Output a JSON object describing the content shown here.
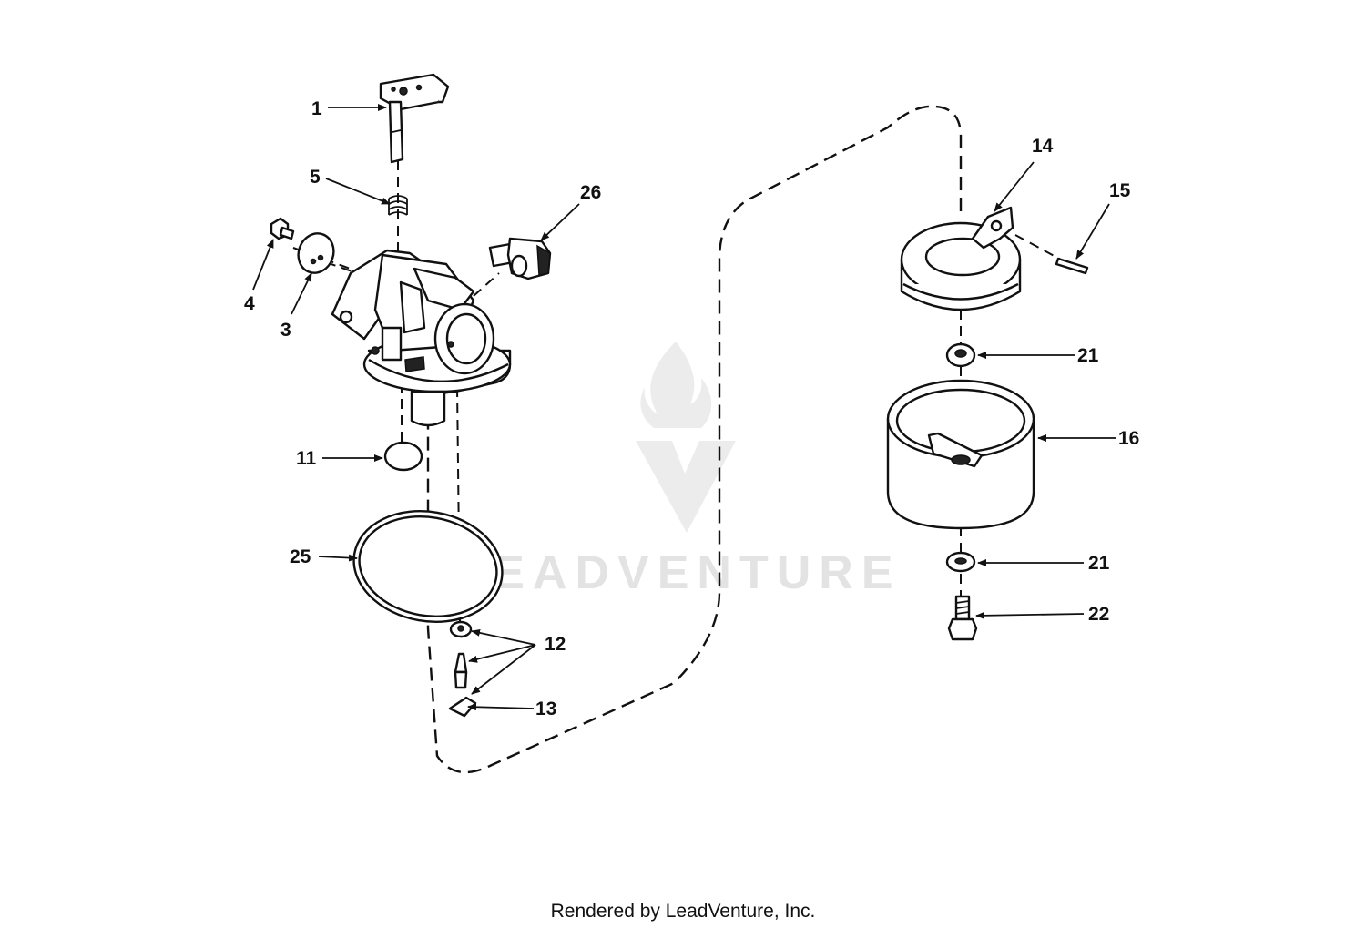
{
  "watermark": {
    "brand": "LEADVENTURE"
  },
  "footer": {
    "text": "Rendered by LeadVenture, Inc."
  },
  "callouts": [
    {
      "id": "c1",
      "label": "1"
    },
    {
      "id": "c5",
      "label": "5"
    },
    {
      "id": "c26",
      "label": "26"
    },
    {
      "id": "c4",
      "label": "4"
    },
    {
      "id": "c3",
      "label": "3"
    },
    {
      "id": "c11",
      "label": "11"
    },
    {
      "id": "c25",
      "label": "25"
    },
    {
      "id": "c12",
      "label": "12"
    },
    {
      "id": "c13",
      "label": "13"
    },
    {
      "id": "c14",
      "label": "14"
    },
    {
      "id": "c15",
      "label": "15"
    },
    {
      "id": "c21a",
      "label": "21"
    },
    {
      "id": "c16",
      "label": "16"
    },
    {
      "id": "c21b",
      "label": "21"
    },
    {
      "id": "c22",
      "label": "22"
    }
  ]
}
